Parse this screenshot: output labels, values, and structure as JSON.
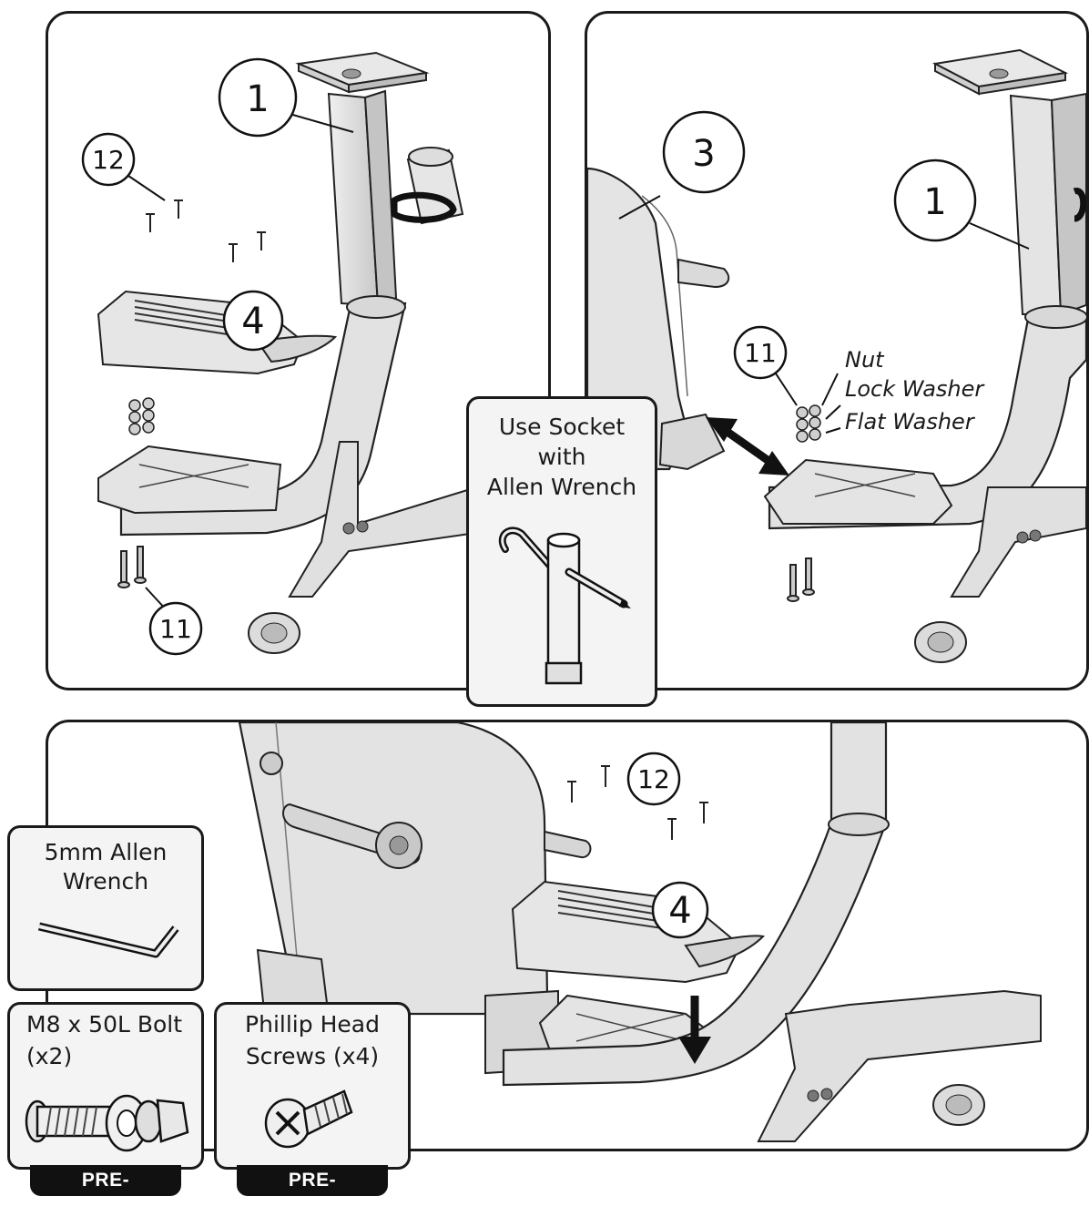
{
  "panels": {
    "top_left": {
      "labels": {
        "part1": "1",
        "part12": "12",
        "part4": "4",
        "part11": "11"
      }
    },
    "top_right": {
      "labels": {
        "part3": "3",
        "part1": "1",
        "part11": "11"
      },
      "hardware": {
        "nut": "Nut",
        "lock_washer": "Lock Washer",
        "flat_washer": "Flat Washer"
      }
    },
    "bottom": {
      "labels": {
        "part12": "12",
        "part4": "4"
      }
    }
  },
  "callouts": {
    "socket": {
      "line1": "Use Socket",
      "line2": "with",
      "line3": "Allen Wrench"
    },
    "allen_wrench": {
      "line1": "5mm Allen",
      "line2": "Wrench"
    },
    "bolt": {
      "line1": "M8 x 50L Bolt",
      "line2": "(x2)",
      "badge": "PRE-INSTALLED"
    },
    "screws": {
      "line1": "Phillip Head",
      "line2": "Screws (x4)",
      "badge": "PRE-INSTALLED"
    }
  },
  "colors": {
    "outline": "#1a1a1a",
    "part_fill": "#e6e6e6",
    "part_shade": "#cfcfcf",
    "callout_bg": "#f4f4f4",
    "badge_bg": "#111111"
  }
}
